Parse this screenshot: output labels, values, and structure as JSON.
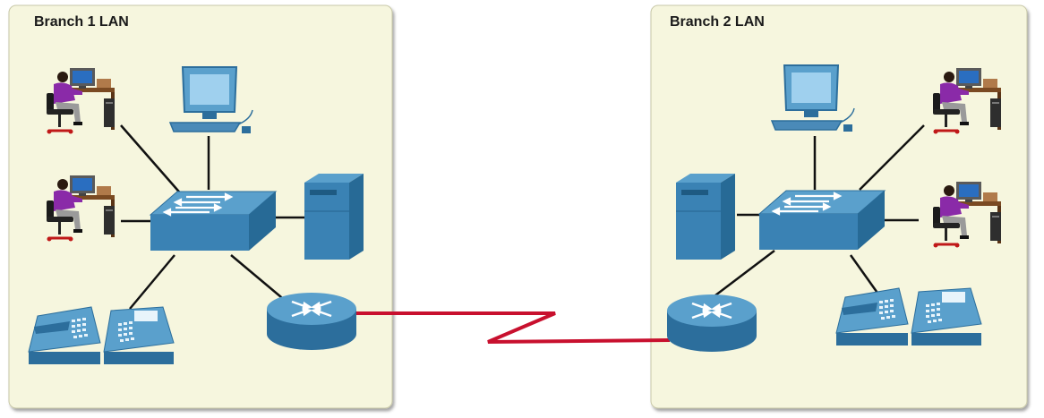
{
  "diagram": {
    "lans": [
      {
        "id": "branch1",
        "title": "Branch 1 LAN"
      },
      {
        "id": "branch2",
        "title": "Branch 2 LAN"
      }
    ],
    "colors": {
      "panel_fill": "#f6f6de",
      "panel_border": "#c8c8a8",
      "device_blue": "#2c6e9c",
      "device_light": "#5aa0cc",
      "cable": "#111111",
      "wan_link": "#c8102e"
    },
    "icons": [
      "workstation-user-icon",
      "pc-icon",
      "switch-icon",
      "server-icon",
      "router-icon",
      "ip-phone-icon"
    ]
  }
}
